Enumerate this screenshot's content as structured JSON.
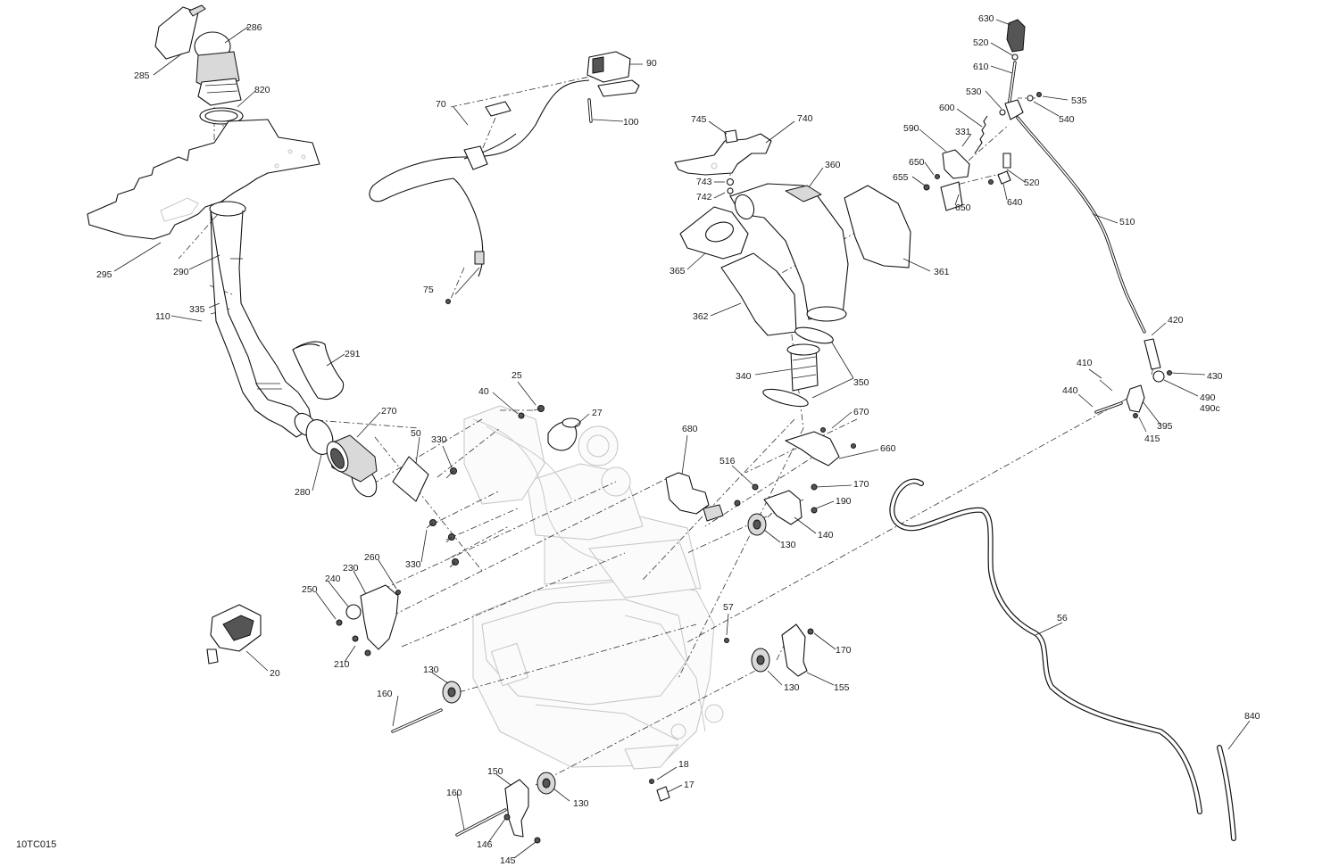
{
  "diagram": {
    "code": "10TC015",
    "callouts": [
      "285",
      "286",
      "820",
      "295",
      "290",
      "335",
      "110",
      "291",
      "270",
      "280",
      "90",
      "70",
      "100",
      "75",
      "25",
      "40",
      "27",
      "50",
      "330",
      "330",
      "745",
      "740",
      "743",
      "742",
      "360",
      "365",
      "361",
      "362",
      "340",
      "350",
      "630",
      "520",
      "610",
      "530",
      "535",
      "540",
      "600",
      "331",
      "590",
      "650",
      "655",
      "650",
      "640",
      "520",
      "510",
      "420",
      "410",
      "440",
      "430",
      "490",
      "490c",
      "415",
      "395",
      "680",
      "516",
      "670",
      "660",
      "170",
      "190",
      "140",
      "130",
      "260",
      "230",
      "240",
      "250",
      "210",
      "20",
      "57",
      "170",
      "130",
      "155",
      "160",
      "130",
      "56",
      "840",
      "18",
      "17",
      "150",
      "130",
      "160",
      "146",
      "145"
    ]
  }
}
